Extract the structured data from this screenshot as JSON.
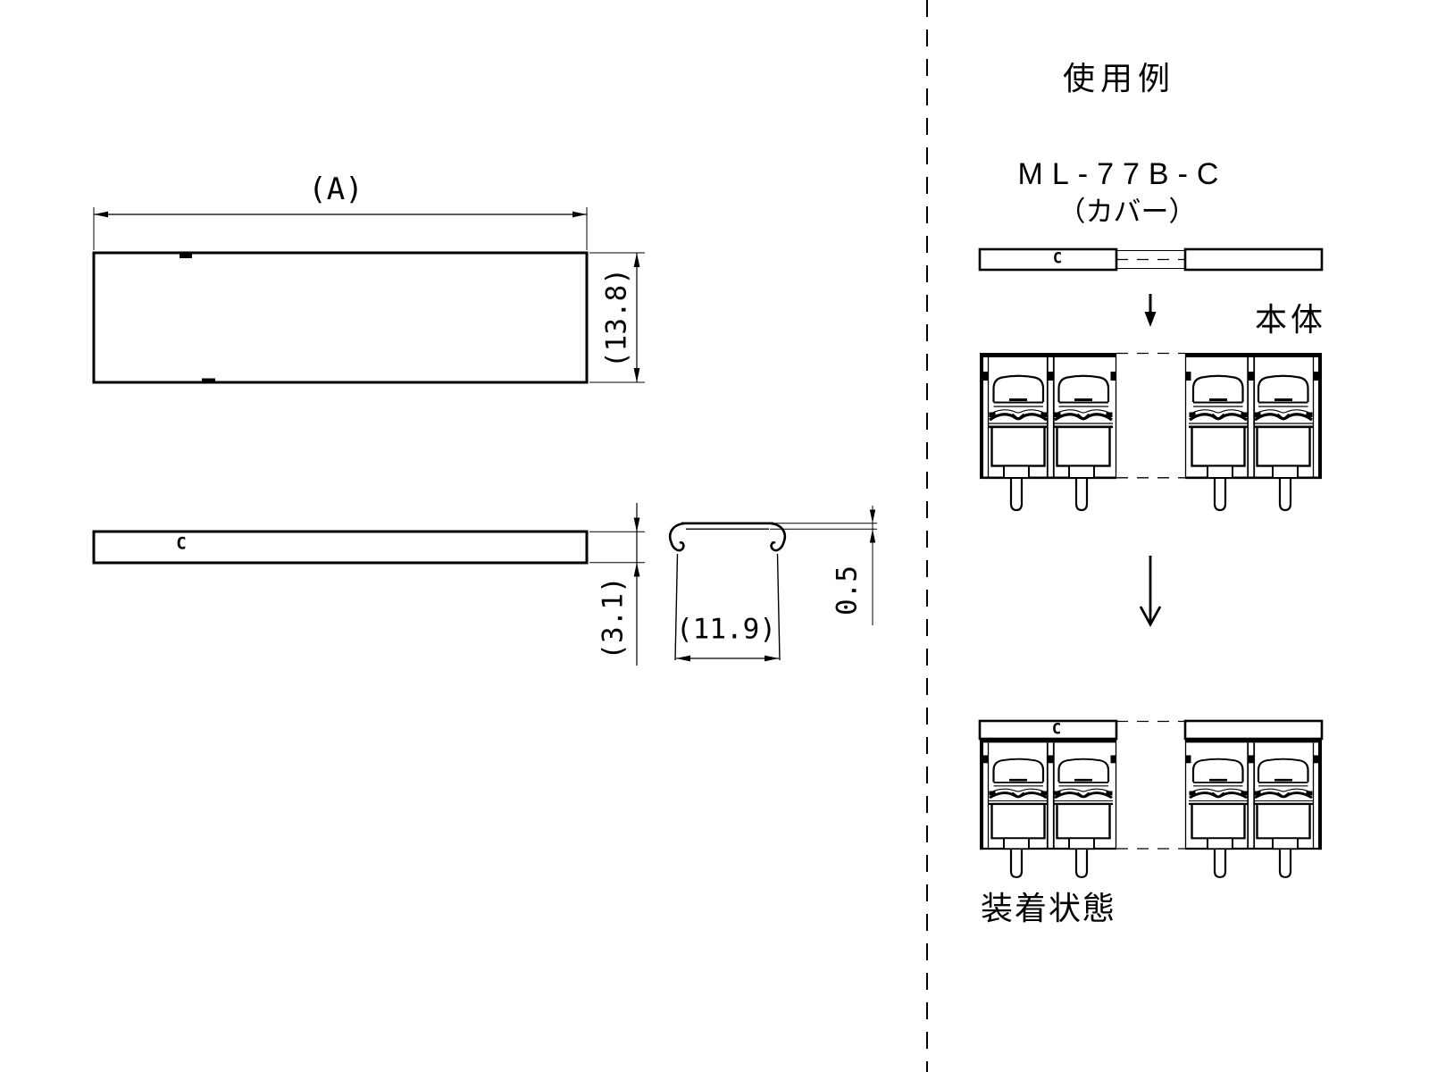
{
  "cover_drawing": {
    "dim_length": "(A)",
    "dim_height": "(13.8)",
    "dim_thickness": "(3.1)",
    "dim_inner_width": "(11.9)",
    "dim_material_thickness": "0.5",
    "part_mark": "C"
  },
  "usage_example": {
    "title": "使用例",
    "model": "ML-77B-C",
    "model_note": "（カバー）",
    "body_label": "本体",
    "mounted_label": "装着状態"
  }
}
